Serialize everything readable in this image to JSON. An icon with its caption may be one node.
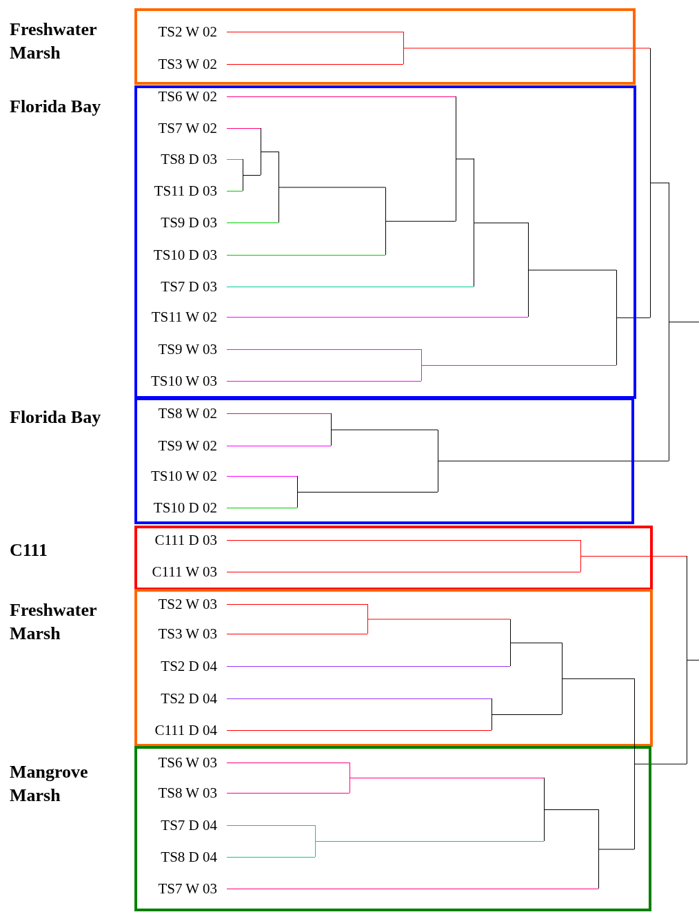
{
  "diagram": {
    "nodes": [
      {
        "text": [
          "Freshwater Marsh"
        ]
      },
      {
        "text": [
          "TS2 W 02"
        ],
        "in": 0
      },
      {
        "text": [
          "TS3 W 02"
        ],
        "in": 0
      },
      {
        "text": [
          "Florida Bay"
        ]
      },
      {
        "text": [
          "TS6 W 02"
        ],
        "in": 3
      },
      {
        "text": [
          "TS7 W 02"
        ],
        "in": 3
      },
      {
        "text": [
          "TS8 D 03"
        ],
        "in": 3
      },
      {
        "text": [
          "TS11 D 03"
        ],
        "in": 3
      },
      {
        "text": [
          "TS9 D 03"
        ],
        "in": 3
      },
      {
        "text": [
          "TS10 D 03"
        ],
        "in": 3
      },
      {
        "text": [
          "TS7 D 03"
        ],
        "in": 3
      },
      {
        "text": [
          "TS11 W 02"
        ],
        "in": 3
      },
      {
        "text": [
          "TS9 W 03"
        ],
        "in": 3
      },
      {
        "text": [
          "TS10 W 03"
        ],
        "in": 3
      },
      {
        "text": [
          "Florida Bay"
        ]
      },
      {
        "text": [
          "TS8 W 02"
        ],
        "in": 14
      },
      {
        "text": [
          "TS9 W 02"
        ],
        "in": 14
      },
      {
        "text": [
          "TS10 W 02"
        ],
        "in": 14
      },
      {
        "text": [
          "TS10 D 02"
        ],
        "in": 14
      },
      {
        "text": [
          "C111"
        ]
      },
      {
        "text": [
          "C111 D 03"
        ],
        "in": 19
      },
      {
        "text": [
          "C111 W 03"
        ],
        "in": 19
      },
      {
        "text": [
          "Freshwater Marsh"
        ]
      },
      {
        "text": [
          "TS2 W 03"
        ],
        "in": 22
      },
      {
        "text": [
          "TS3 W 03"
        ],
        "in": 22
      },
      {
        "text": [
          "TS2 D 04"
        ],
        "in": 22
      },
      {
        "text": [
          "TS2 D 04"
        ],
        "in": 22
      },
      {
        "text": [
          "C111 D 04"
        ],
        "in": 22
      },
      {
        "text": [
          "Mangrove Marsh"
        ]
      },
      {
        "text": [
          "TS6 W 03"
        ],
        "in": 28
      },
      {
        "text": [
          "TS8 W 03"
        ],
        "in": 28
      },
      {
        "text": [
          "TS7 D 04"
        ],
        "in": 28
      },
      {
        "text": [
          "TS8 D 04"
        ],
        "in": 28
      },
      {
        "text": [
          "TS7 W 03"
        ],
        "in": 28
      },
      {
        "text": [],
        "shape": "bar",
        "in": 0
      },
      {
        "text": [],
        "shape": "bar",
        "in": 3
      },
      {
        "text": [],
        "shape": "bar",
        "in": 3
      },
      {
        "text": [],
        "shape": "bar",
        "in": 3
      },
      {
        "text": [],
        "shape": "bar",
        "in": 3
      },
      {
        "text": [],
        "shape": "bar",
        "in": 3
      },
      {
        "text": [],
        "shape": "bar",
        "in": 3
      },
      {
        "text": [],
        "shape": "bar",
        "in": 3
      },
      {
        "text": [],
        "shape": "bar",
        "in": 3
      },
      {
        "text": [],
        "shape": "bar",
        "in": 3
      },
      {
        "text": [],
        "shape": "bar"
      },
      {
        "text": [],
        "shape": "bar",
        "in": 14
      },
      {
        "text": [],
        "shape": "bar",
        "in": 14
      },
      {
        "text": [],
        "shape": "bar",
        "in": 14
      },
      {
        "text": [],
        "shape": "bar"
      },
      {
        "text": [],
        "shape": "bar",
        "in": 19
      },
      {
        "text": [],
        "shape": "bar",
        "in": 22
      },
      {
        "text": [],
        "shape": "bar",
        "in": 22
      },
      {
        "text": [],
        "shape": "bar",
        "in": 22
      },
      {
        "text": [],
        "shape": "bar",
        "in": 22
      },
      {
        "text": [],
        "shape": "bar",
        "in": 28
      },
      {
        "text": [],
        "shape": "bar",
        "in": 28
      },
      {
        "text": [],
        "shape": "bar",
        "in": 28
      },
      {
        "text": [],
        "shape": "bar",
        "in": 28
      },
      {
        "text": [],
        "shape": "bar",
        "in": 28
      },
      {
        "text": [],
        "shape": "bar"
      }
    ],
    "edges": [
      {
        "from": 1,
        "to": 34,
        "arrow": "none",
        "color": "#ff0000"
      },
      {
        "from": 2,
        "to": 34,
        "arrow": "none",
        "color": "#ff0000"
      },
      {
        "from": 6,
        "to": 35,
        "arrow": "none",
        "color": "#00cc99"
      },
      {
        "from": 7,
        "to": 35,
        "arrow": "none",
        "color": "#00cc00"
      },
      {
        "from": 5,
        "to": 36,
        "arrow": "none",
        "color": "#ff0080"
      },
      {
        "from": 35,
        "to": 36,
        "arrow": "none",
        "color": "#000000"
      },
      {
        "from": 36,
        "to": 37,
        "arrow": "none",
        "color": "#000000"
      },
      {
        "from": 8,
        "to": 37,
        "arrow": "none",
        "color": "#00cc00"
      },
      {
        "from": 37,
        "to": 38,
        "arrow": "none",
        "color": "#000000"
      },
      {
        "from": 9,
        "to": 38,
        "arrow": "none",
        "color": "#00cc00"
      },
      {
        "from": 4,
        "to": 39,
        "arrow": "none",
        "color": "#ff0080"
      },
      {
        "from": 38,
        "to": 39,
        "arrow": "none",
        "color": "#000000"
      },
      {
        "from": 39,
        "to": 40,
        "arrow": "none",
        "color": "#000000"
      },
      {
        "from": 10,
        "to": 40,
        "arrow": "none",
        "color": "#00cc99"
      },
      {
        "from": 40,
        "to": 41,
        "arrow": "none",
        "color": "#000000"
      },
      {
        "from": 11,
        "to": 41,
        "arrow": "none",
        "color": "#ff00ff"
      },
      {
        "from": 12,
        "to": 42,
        "arrow": "none",
        "color": "#ff00ff"
      },
      {
        "from": 13,
        "to": 42,
        "arrow": "none",
        "color": "#ff00ff"
      },
      {
        "from": 41,
        "to": 43,
        "arrow": "none",
        "color": "#000000"
      },
      {
        "from": 42,
        "to": 43,
        "arrow": "none",
        "color": "#ff00ff"
      },
      {
        "from": 34,
        "to": 44,
        "arrow": "none",
        "color": "#ff0000"
      },
      {
        "from": 43,
        "to": 44,
        "arrow": "none",
        "color": "#000000"
      },
      {
        "from": 15,
        "to": 45,
        "arrow": "none",
        "color": "#ff0080"
      },
      {
        "from": 16,
        "to": 45,
        "arrow": "none",
        "color": "#ff00ff"
      },
      {
        "from": 17,
        "to": 46,
        "arrow": "none",
        "color": "#ff00ff"
      },
      {
        "from": 18,
        "to": 46,
        "arrow": "none",
        "color": "#00cc00"
      },
      {
        "from": 45,
        "to": 47,
        "arrow": "none",
        "color": "#000000"
      },
      {
        "from": 46,
        "to": 47,
        "arrow": "none",
        "color": "#000000"
      },
      {
        "from": 44,
        "to": 48,
        "arrow": "none",
        "color": "#000000"
      },
      {
        "from": 47,
        "to": 48,
        "arrow": "none",
        "color": "#000000"
      },
      {
        "from": 48,
        "to": null,
        "arrow": "none",
        "color": "#000000"
      },
      {
        "from": 20,
        "to": 49,
        "arrow": "none",
        "color": "#ff0000"
      },
      {
        "from": 21,
        "to": 49,
        "arrow": "none",
        "color": "#ff0000"
      },
      {
        "from": 23,
        "to": 50,
        "arrow": "none",
        "color": "#ff0000"
      },
      {
        "from": 24,
        "to": 50,
        "arrow": "none",
        "color": "#ff0000"
      },
      {
        "from": 50,
        "to": 51,
        "arrow": "none",
        "color": "#ff0000"
      },
      {
        "from": 25,
        "to": 51,
        "arrow": "none",
        "color": "#9933ff"
      },
      {
        "from": 26,
        "to": 52,
        "arrow": "none",
        "color": "#9933ff"
      },
      {
        "from": 27,
        "to": 52,
        "arrow": "none",
        "color": "#ff0000"
      },
      {
        "from": 51,
        "to": 53,
        "arrow": "none",
        "color": "#000000"
      },
      {
        "from": 52,
        "to": 53,
        "arrow": "none",
        "color": "#000000"
      },
      {
        "from": 29,
        "to": 54,
        "arrow": "none",
        "color": "#ff0080"
      },
      {
        "from": 30,
        "to": 54,
        "arrow": "none",
        "color": "#ff0080"
      },
      {
        "from": 31,
        "to": 55,
        "arrow": "none",
        "color": "#00cc99"
      },
      {
        "from": 32,
        "to": 55,
        "arrow": "none",
        "color": "#00cc99"
      },
      {
        "from": 54,
        "to": 56,
        "arrow": "none",
        "color": "#ff0080"
      },
      {
        "from": 55,
        "to": 56,
        "arrow": "none",
        "color": "#00cc99"
      },
      {
        "from": 56,
        "to": 57,
        "arrow": "none",
        "color": "#000000"
      },
      {
        "from": 33,
        "to": 57,
        "arrow": "none",
        "color": "#ff0080"
      },
      {
        "from": 53,
        "to": 58,
        "arrow": "none",
        "color": "#000000"
      },
      {
        "from": 57,
        "to": 58,
        "arrow": "none",
        "color": "#000000"
      },
      {
        "from": 49,
        "to": 59,
        "arrow": "none",
        "color": "#ff0000"
      },
      {
        "from": 58,
        "to": 59,
        "arrow": "none",
        "color": "#000000"
      },
      {
        "from": 59,
        "to": null,
        "arrow": "none",
        "color": "#000000"
      }
    ]
  }
}
